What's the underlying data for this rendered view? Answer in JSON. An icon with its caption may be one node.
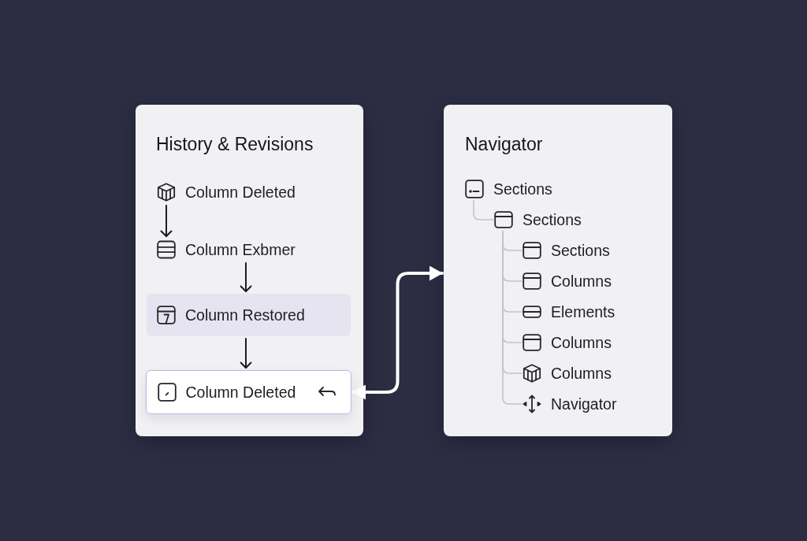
{
  "diagram": {
    "nodes": [
      {
        "text": [
          "History & Revisions"
        ]
      },
      {
        "text": [
          "Column Deleted"
        ],
        "in": 0
      },
      {
        "text": [
          "Column Exbmer"
        ],
        "in": 0
      },
      {
        "text": [
          "Column Restored"
        ],
        "in": 0
      },
      {
        "text": [
          "Column Deleted"
        ],
        "in": 0
      },
      {
        "text": [
          "Navigator"
        ]
      },
      {
        "text": [
          "Sections"
        ],
        "in": 5
      },
      {
        "text": [
          "Sections"
        ],
        "in": 5
      },
      {
        "text": [
          "Sections"
        ],
        "in": 5
      },
      {
        "text": [
          "Columns"
        ],
        "in": 5
      },
      {
        "text": [
          "Elements"
        ],
        "in": 5
      },
      {
        "text": [
          "Columns"
        ],
        "in": 5
      },
      {
        "text": [
          "Columns"
        ],
        "in": 5
      },
      {
        "text": [
          "Navigator"
        ],
        "in": 5
      }
    ],
    "edges": [
      {
        "from": 1,
        "to": 2,
        "arrow": "to",
        "color": "#1c1c1e"
      },
      {
        "from": 2,
        "to": 3,
        "arrow": "to",
        "color": "#1c1c1e"
      },
      {
        "from": 3,
        "to": 4,
        "arrow": "to",
        "color": "#1c1c1e"
      },
      {
        "from": 4,
        "to": 5,
        "arrow": "both",
        "style": "thick",
        "color": "#ffffff"
      },
      {
        "from": 6,
        "to": 7,
        "arrow": "none"
      },
      {
        "from": 7,
        "to": 8,
        "arrow": "none"
      },
      {
        "from": 7,
        "to": 9,
        "arrow": "none"
      },
      {
        "from": 7,
        "to": 10,
        "arrow": "none"
      },
      {
        "from": 7,
        "to": 11,
        "arrow": "none"
      },
      {
        "from": 7,
        "to": 12,
        "arrow": "none"
      },
      {
        "from": 7,
        "to": 13,
        "arrow": "none"
      }
    ]
  }
}
